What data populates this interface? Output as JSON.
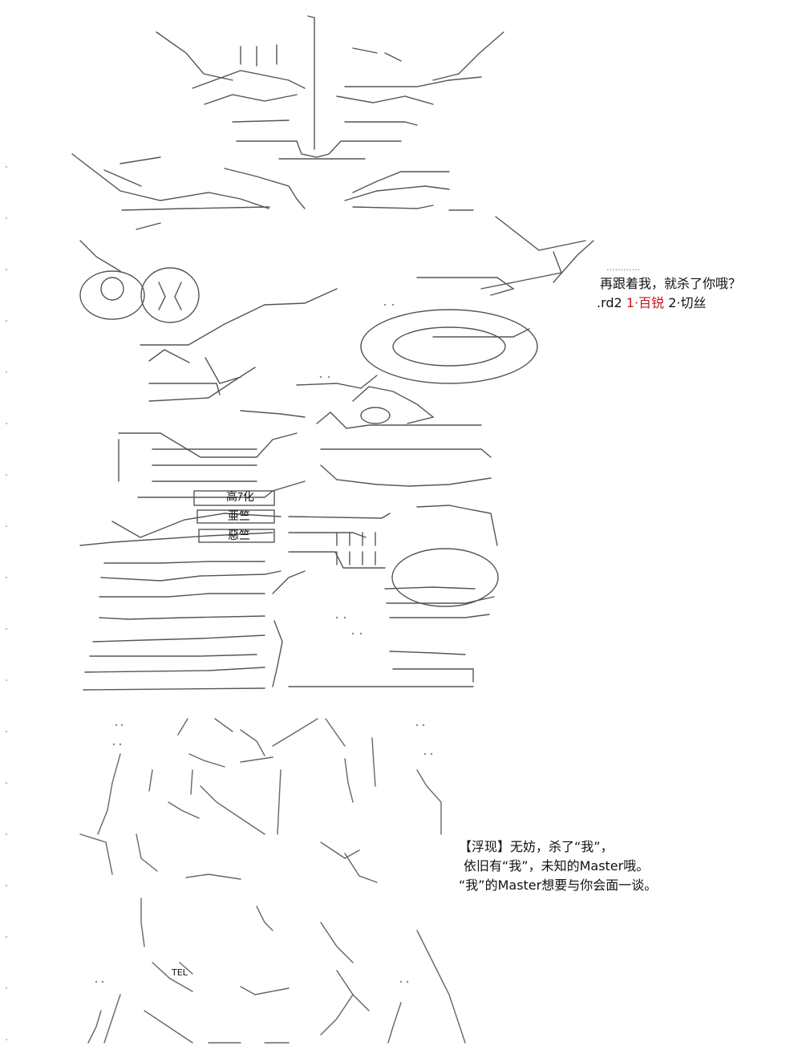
{
  "dialogue_top": {
    "dots": "............",
    "line1": "再跟着我，就杀了你哦？",
    "choices_prefix": ".rd2 ",
    "choice1": "1·百锐",
    "choices_sep": " ",
    "choice2": "2·切丝"
  },
  "dialogue_bottom": {
    "line1": "【浮现】无妨，杀了“我”，",
    "line2": "依旧有“我”，未知的Master哦。",
    "line3": "“我”的Master想要与你会面一谈。"
  },
  "art_labels": {
    "k1": "高ｱ化",
    "k2": "亜竺",
    "k3": "惡竺",
    "k4": "TEL"
  },
  "colors": {
    "line": "#444444",
    "text": "#111111",
    "accent": "#c8161d"
  }
}
